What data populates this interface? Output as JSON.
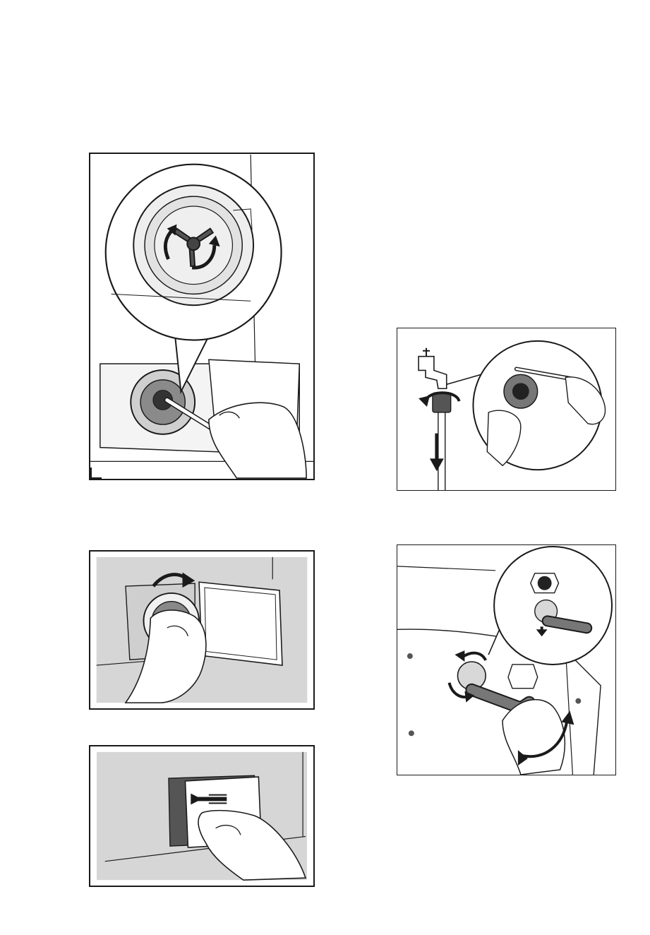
{
  "page": {
    "background": "#ffffff",
    "line_color": "#1a1a1a",
    "gray_background": "#d6d6d6"
  },
  "figures": [
    {
      "id": "filter-cleaning",
      "icon": "drain-filter-cleaning-illustration"
    },
    {
      "id": "tap-filter-cleaning",
      "icon": "inlet-hose-tap-filter-illustration"
    },
    {
      "id": "filter-reinsert",
      "icon": "filter-turn-clockwise-illustration"
    },
    {
      "id": "hose-disconnect",
      "icon": "inlet-hose-valve-illustration"
    },
    {
      "id": "cover-close",
      "icon": "service-flap-close-illustration"
    }
  ]
}
